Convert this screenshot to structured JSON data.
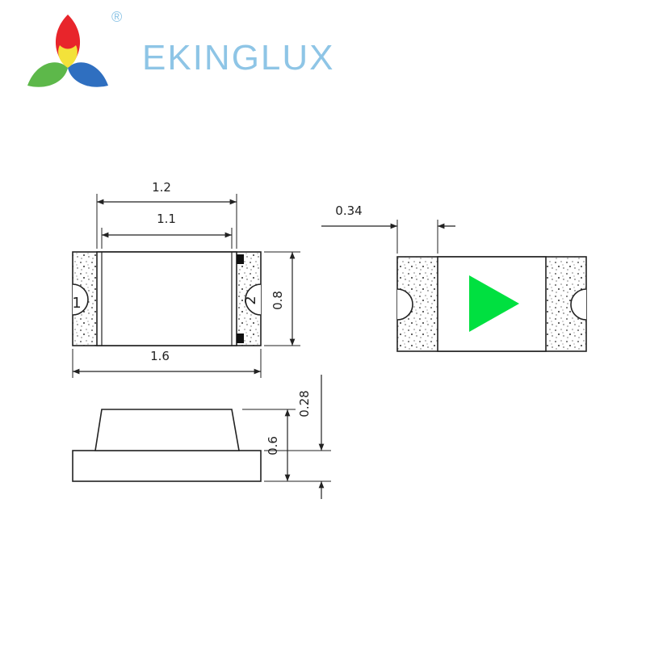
{
  "brand": {
    "name": "EKINGLUX",
    "registered_mark": "®",
    "logo_colors": {
      "red": "#e8252b",
      "yellow": "#f3e23a",
      "green": "#5db84a",
      "blue": "#2f6fc0"
    },
    "text_color": "#8ec5e6"
  },
  "diagram": {
    "top_view": {
      "dim_total_width": "1.2",
      "dim_inner_width": "1.1",
      "dim_overall_length": "1.6",
      "dim_height": "0.8",
      "pin_left": "1",
      "pin_right": "2"
    },
    "bottom_view": {
      "dim_pad_width": "0.34",
      "triangle_color": "#00e040"
    },
    "side_view": {
      "dim_base": "0.28",
      "dim_total": "0.6"
    }
  }
}
